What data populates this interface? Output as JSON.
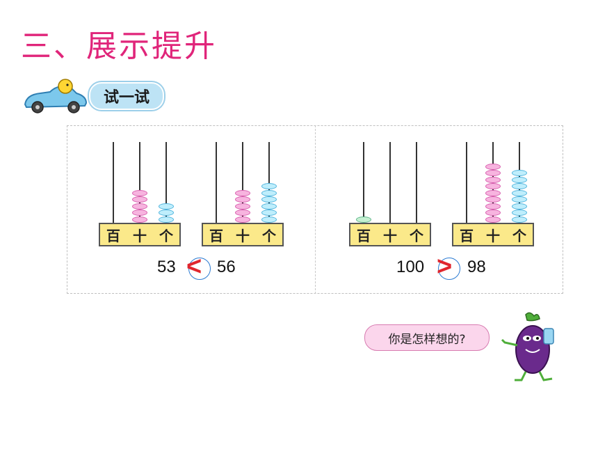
{
  "title": "三、展示提升",
  "try_label": "试一试",
  "place_labels": [
    "百",
    "十",
    "个"
  ],
  "comparisons": [
    {
      "left": "53",
      "symbol": "<",
      "right": "56"
    },
    {
      "left": "100",
      "symbol": ">",
      "right": "98"
    }
  ],
  "abacuses": [
    {
      "hundreds": 0,
      "tens": 5,
      "ones": 3
    },
    {
      "hundreds": 0,
      "tens": 5,
      "ones": 6
    },
    {
      "hundreds": 1,
      "tens": 0,
      "ones": 0
    },
    {
      "hundreds": 0,
      "tens": 9,
      "ones": 8
    }
  ],
  "speech_bubble": "你是怎样想的?",
  "colors": {
    "title": "#e0257a",
    "tens_bead": "#f7b4df",
    "ones_bead": "#bfeefc",
    "hundreds_bead": "#c5f0d2",
    "answer": "#e0262e"
  },
  "icons": [
    "car-icon",
    "eggplant-character-icon"
  ]
}
